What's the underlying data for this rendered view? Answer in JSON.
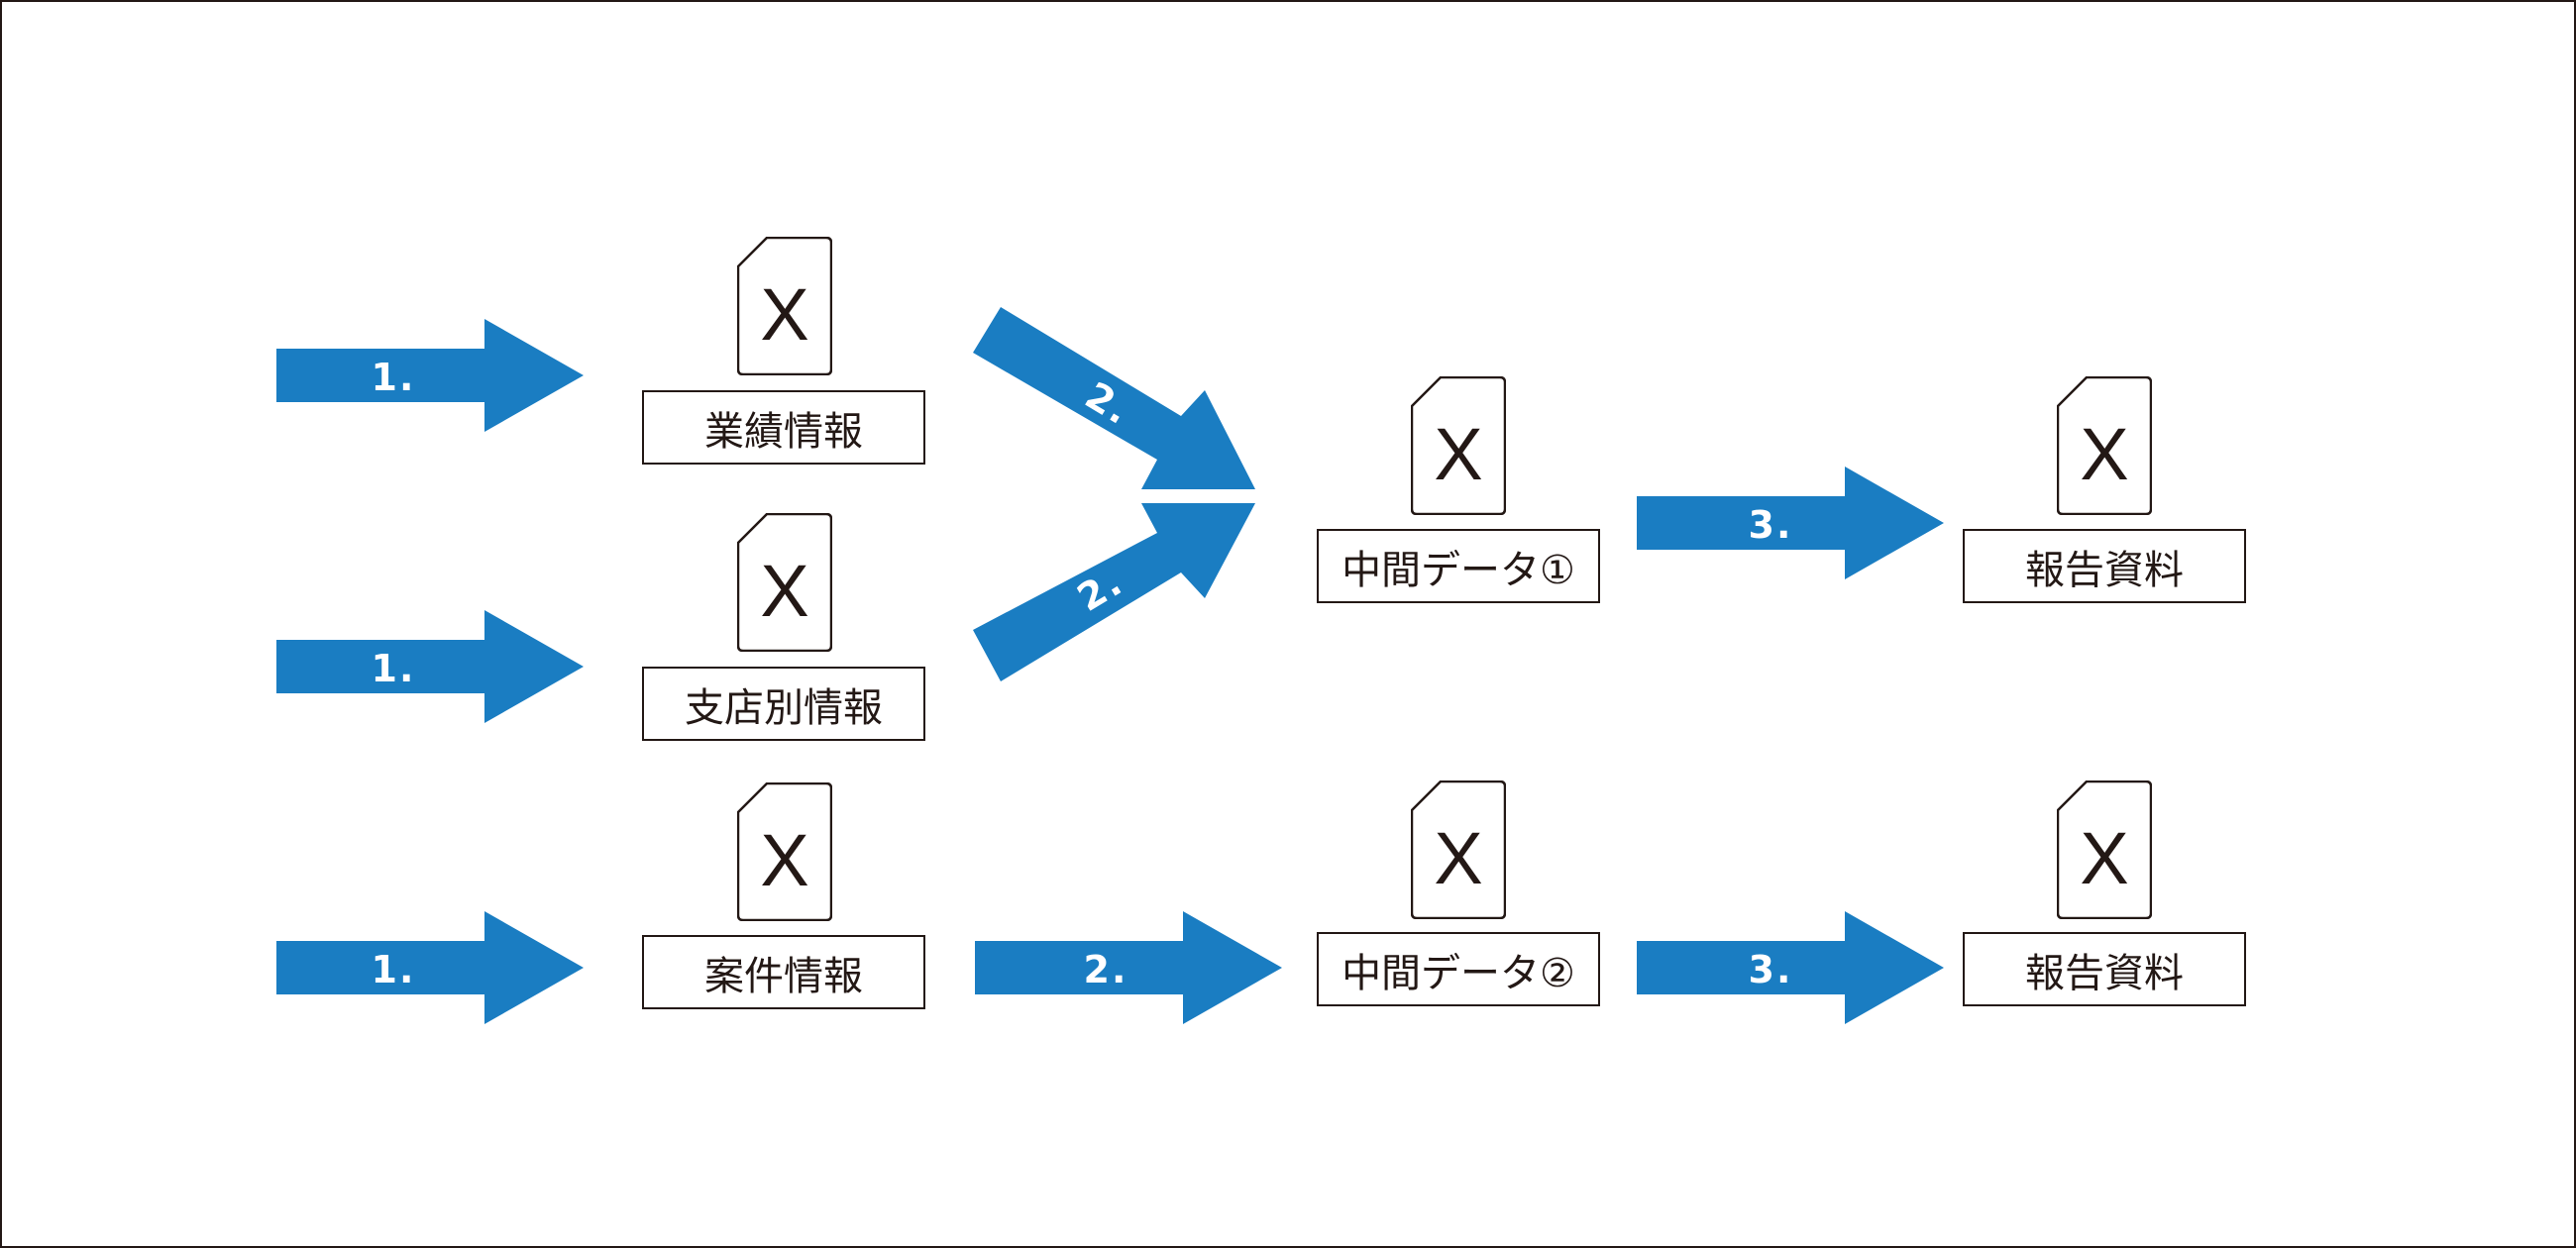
{
  "colors": {
    "arrow": "#1a7dc2",
    "ink": "#231815",
    "background": "#ffffff"
  },
  "icons": {
    "file": "spreadsheet-file-icon"
  },
  "arrows": {
    "row1_in": "1.",
    "row2_in": "1.",
    "merge_top": "2.",
    "merge_bottom": "2.",
    "row1_out": "3.",
    "row3_in": "1.",
    "row3_mid": "2.",
    "row3_out": "3."
  },
  "files": {
    "gyoseki": {
      "icon_letter": "X",
      "label": "業績情報"
    },
    "shiten": {
      "icon_letter": "X",
      "label": "支店別情報"
    },
    "anken": {
      "icon_letter": "X",
      "label": "案件情報"
    },
    "chukan1": {
      "icon_letter": "X",
      "label": "中間データ①"
    },
    "chukan2": {
      "icon_letter": "X",
      "label": "中間データ②"
    },
    "hokoku1": {
      "icon_letter": "X",
      "label": "報告資料"
    },
    "hokoku2": {
      "icon_letter": "X",
      "label": "報告資料"
    }
  }
}
